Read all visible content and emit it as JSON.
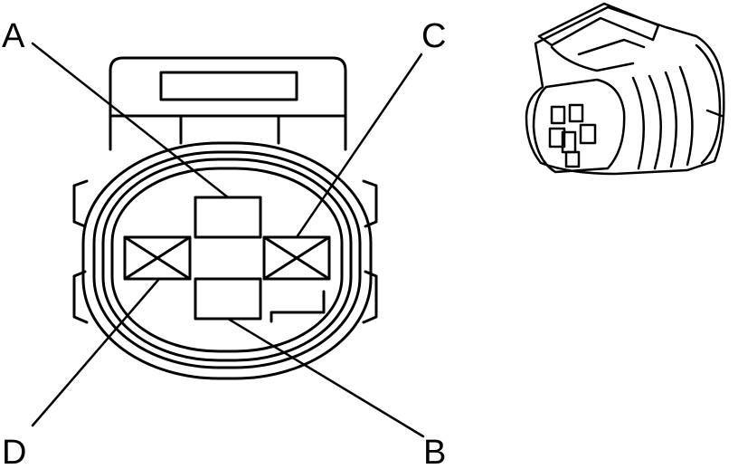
{
  "pin_labels": {
    "a": "A",
    "b": "B",
    "c": "C",
    "d": "D"
  },
  "colors": {
    "line": "#000000",
    "background": "#ffffff"
  }
}
